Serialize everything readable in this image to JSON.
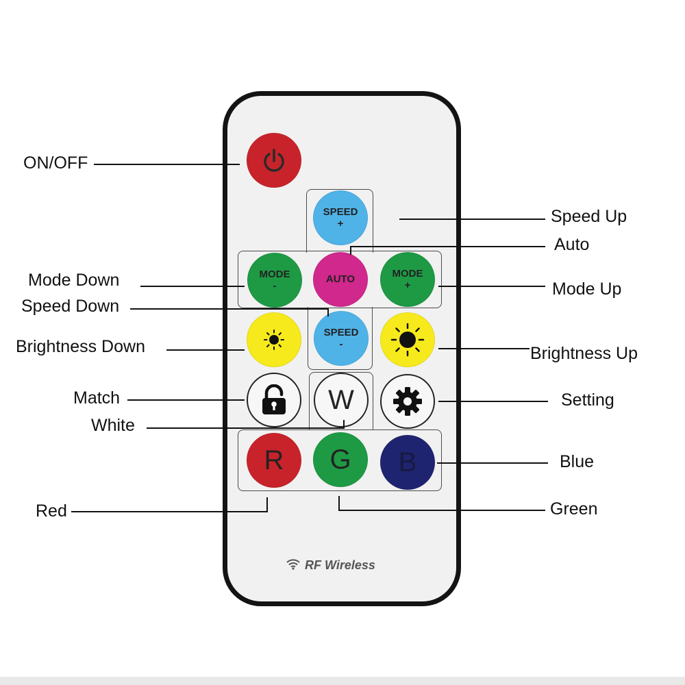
{
  "remote": {
    "brand": "RF Wireless",
    "buttons": {
      "power": {
        "label": ""
      },
      "speed_up": {
        "line1": "SPEED",
        "line2": "+"
      },
      "mode_down": {
        "line1": "MODE",
        "line2": "-"
      },
      "auto": {
        "line1": "AUTO"
      },
      "mode_up": {
        "line1": "MODE",
        "line2": "+"
      },
      "speed_down": {
        "line1": "SPEED",
        "line2": "-"
      },
      "white": {
        "letter": "W"
      },
      "red": {
        "letter": "R"
      },
      "green": {
        "letter": "G"
      },
      "blue": {
        "letter": "B"
      }
    }
  },
  "callouts": {
    "on_off": "ON/OFF",
    "speed_up": "Speed Up",
    "auto": "Auto",
    "mode_down": "Mode Down",
    "mode_up": "Mode Up",
    "speed_down": "Speed Down",
    "brightness_down": "Brightness Down",
    "brightness_up": "Brightness Up",
    "match": "Match",
    "setting": "Setting",
    "white": "White",
    "blue": "Blue",
    "red": "Red",
    "green": "Green"
  },
  "colors": {
    "power": "#c8232a",
    "speed": "#4fb3e8",
    "mode": "#1e9a45",
    "auto": "#d0288c",
    "brightness": "#f7ea1c",
    "red": "#c8232a",
    "green": "#1e9a45",
    "blue": "#1f2470",
    "white_btn": "#f7f7f7",
    "remote_body": "#f1f1f1",
    "remote_border": "#141414"
  },
  "icons": [
    "power-icon",
    "sun-small-icon",
    "sun-large-icon",
    "padlock-icon",
    "gear-icon",
    "wifi-icon"
  ]
}
